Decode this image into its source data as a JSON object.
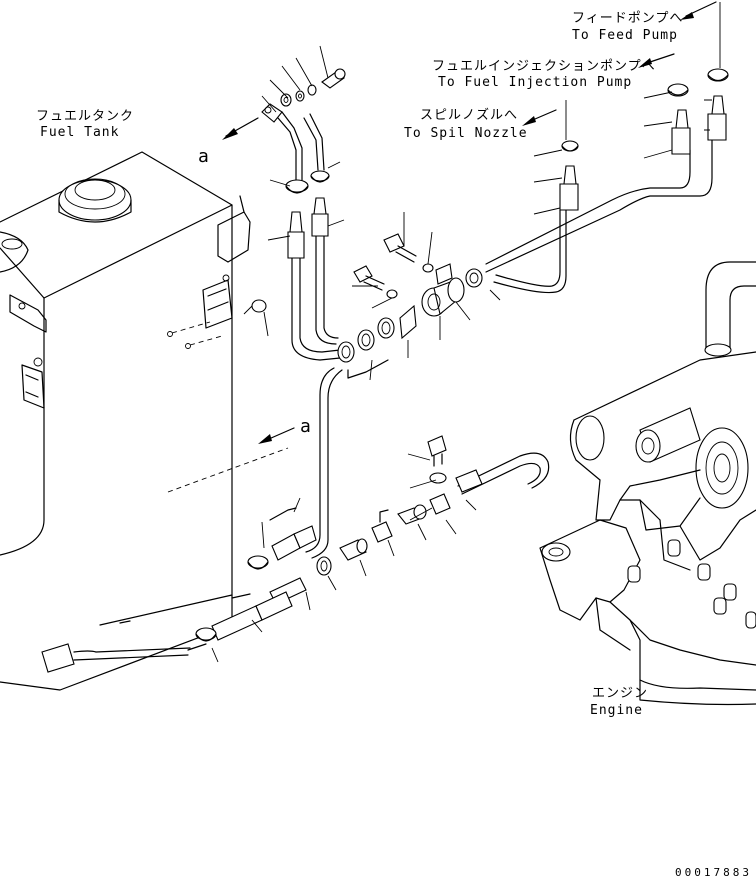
{
  "labels": {
    "fuel_tank_jp": "フュエルタンク",
    "fuel_tank_en": "Fuel Tank",
    "feed_pump_jp": "フィードポンプへ",
    "feed_pump_en": "To Feed Pump",
    "injection_pump_jp": "フュエルインジェクションポンプへ",
    "injection_pump_en": "To Fuel Injection Pump",
    "spill_nozzle_jp": "スピルノズルへ",
    "spill_nozzle_en": "To Spil Nozzle",
    "engine_jp": "エンジン",
    "engine_en": "Engine",
    "callout_a": "a",
    "reference_number": "00017883"
  }
}
